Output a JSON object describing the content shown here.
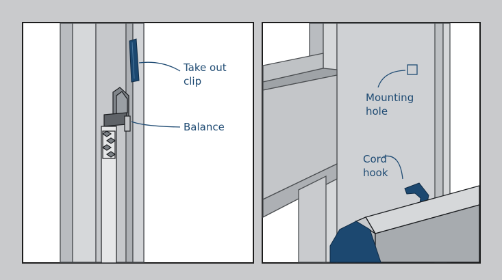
{
  "labels": {
    "take_out_clip_line1": "Take out",
    "take_out_clip_line2": "clip",
    "balance": "Balance",
    "mounting_hole_line1": "Mounting",
    "mounting_hole_line2": "hole",
    "cord_hook_line1": "Cord",
    "cord_hook_line2": "hook"
  },
  "colors": {
    "background": "#c9cacc",
    "panel_fill": "#ffffff",
    "frame_light": "#d7d8da",
    "frame_mid": "#c3c5c8",
    "frame_dark": "#a9acb0",
    "part_navy": "#1c4870",
    "part_gray": "#808589",
    "label_text": "#1f4b73"
  }
}
